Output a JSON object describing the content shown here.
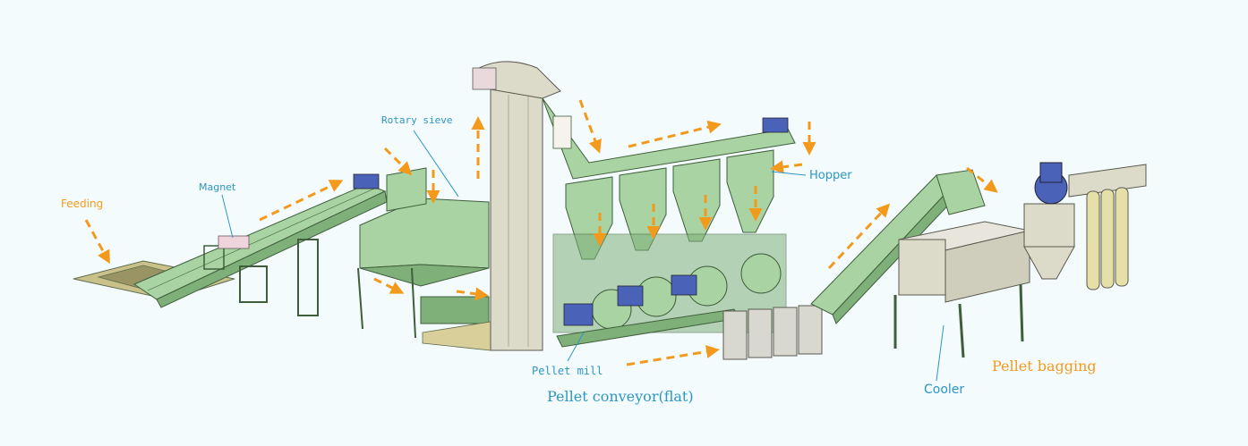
{
  "colors": {
    "background": "#f4fbfd",
    "machine_green": "#a9d3a2",
    "machine_green_dark": "#7fb07a",
    "elevator_beige": "#dcdac9",
    "arrow_orange": "#f39a1c",
    "label_blue": "#2c96c6",
    "label_orange": "#f39a1c",
    "motor_blue": "#4a63b8"
  },
  "labels": {
    "feeding": "Feeding",
    "magnet": "Magnet",
    "rotary_sieve": "Rotary sieve",
    "hopper": "Hopper",
    "pellet_mill": "Pellet mill",
    "pellet_conveyor": "Pellet conveyor(flat)",
    "cooler": "Cooler",
    "pellet_bagging": "Pellet bagging"
  }
}
